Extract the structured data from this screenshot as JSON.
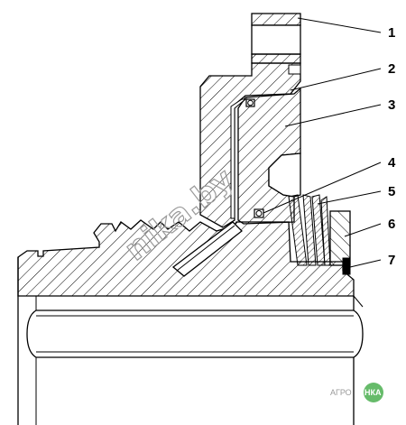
{
  "callouts": [
    {
      "label": "1",
      "part": "housing-top"
    },
    {
      "label": "2",
      "part": "upper-seal-ring"
    },
    {
      "label": "3",
      "part": "hub-body"
    },
    {
      "label": "4",
      "part": "lower-seal-ring"
    },
    {
      "label": "5",
      "part": "disc-springs"
    },
    {
      "label": "6",
      "part": "ring"
    },
    {
      "label": "7",
      "part": "retaining-ring"
    }
  ],
  "watermark": {
    "text": "nika.by"
  },
  "logo": {
    "left_text": "АГРО",
    "circle_text": "НКА"
  },
  "colors": {
    "line": "#000000",
    "hatch": "#000000",
    "background": "#ffffff",
    "watermark": "#9a9a9a",
    "logo_circle": "#66bb6a"
  }
}
